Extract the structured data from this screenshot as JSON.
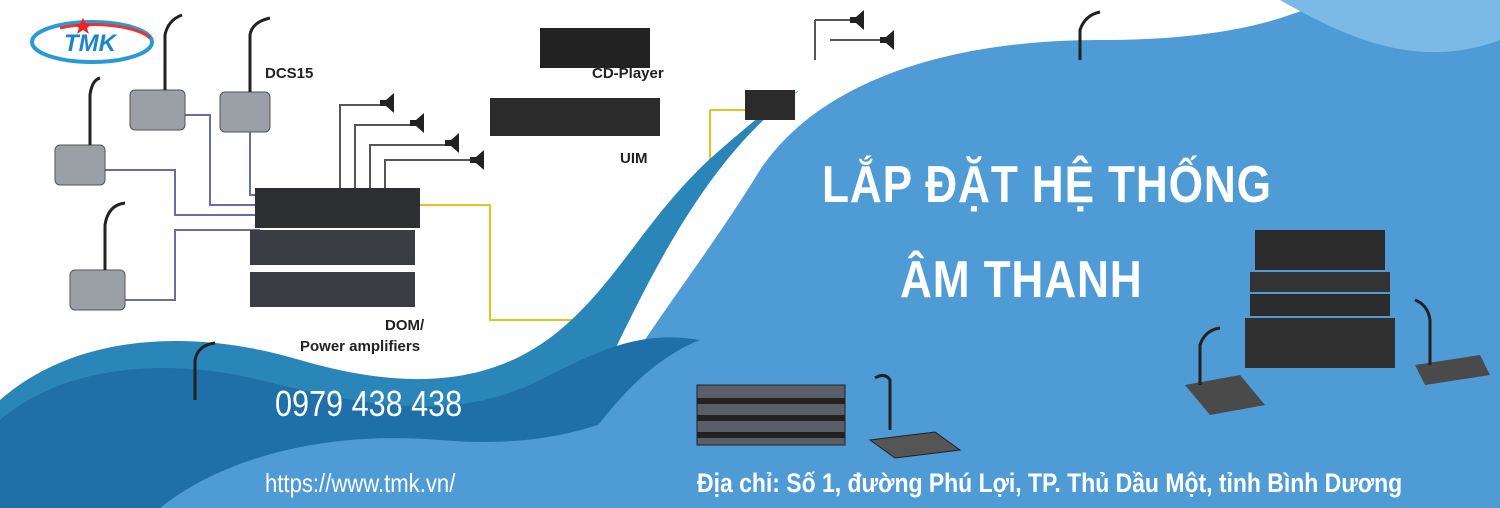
{
  "logo": {
    "text": "TMK"
  },
  "diagram": {
    "labels": {
      "dcs": "DCS15",
      "cd_player": "CD-Player",
      "uim": "UIM",
      "dom": "DOM/",
      "power": "Power amplifiers"
    }
  },
  "banner": {
    "title_line1": "LẮP ĐẶT HỆ THỐNG",
    "title_line2": "ÂM THANH",
    "phone": "0979 438 438",
    "website": "https://www.tmk.vn/",
    "address": "Địa chỉ: Số 1, đường Phú Lợi, TP. Thủ Dầu Một, tỉnh Bình Dương"
  },
  "colors": {
    "light_blue": "#4e9bd6",
    "dark_blue": "#1f6fa8",
    "teal": "#2a86b8",
    "yellow_line": "#e8c21a",
    "purple_line": "#6a6aa8"
  }
}
